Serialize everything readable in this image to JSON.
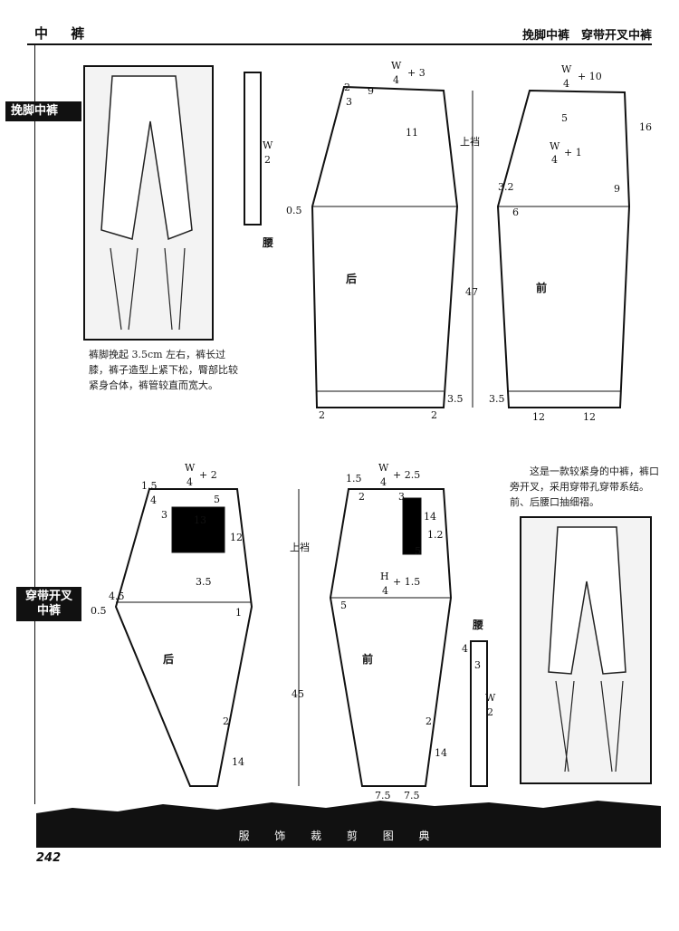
{
  "header": {
    "left": "中 裤",
    "right": "挽脚中裤　穿带开叉中裤"
  },
  "sections": [
    {
      "tab": "挽脚中裤",
      "caption": "裤脚挽起 3.5cm 左右，裤长过膝，裤子造型上紧下松，臀部比较紧身合体，裤管较直而宽大。"
    },
    {
      "tab": "穿带开叉中裤",
      "caption": "这是一款较紧身的中裤，裤口旁开叉，采用穿带孔穿带系结。前、后腰口抽细褶。"
    }
  ],
  "labels": {
    "waistband": "腰",
    "back": "后",
    "front": "前",
    "rise": "上裆",
    "w4": "W",
    "w4d": "4",
    "w2": "W",
    "w2d": "2",
    "h": "H",
    "plus3": "+ 3",
    "plus10": "+ 10",
    "plus1": "+ 1",
    "plus2": "+ 2",
    "plus25": "+ 2.5",
    "plus15": "+ 1.5",
    "n47": "47",
    "n45": "45",
    "n2": "2",
    "n9": "9",
    "n3": "3",
    "n11": "11",
    "n05": "0.5",
    "n35": "3.5",
    "n5": "5",
    "n16": "16",
    "n32": "3.2",
    "n6": "6",
    "n12": "12",
    "n4": "4",
    "n15": "1.5",
    "n13": "13",
    "n45b": "4.5",
    "n1": "1",
    "n14": "14",
    "n12b": "1.2",
    "n75": "7.5",
    "i15": "1.5"
  },
  "footer": {
    "title": "服 饰 裁 剪 图 典"
  },
  "page_number": "242"
}
